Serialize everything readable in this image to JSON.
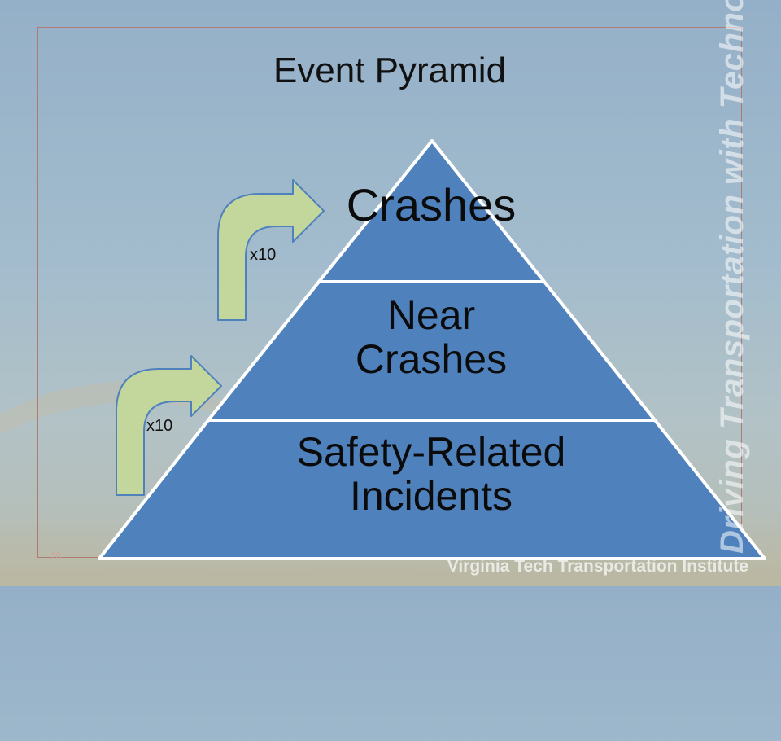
{
  "slide": {
    "title": "Event Pyramid",
    "number": "28"
  },
  "pyramid": {
    "tiers": [
      {
        "lines": [
          "Crashes"
        ]
      },
      {
        "lines": [
          "Near",
          "Crashes"
        ]
      },
      {
        "lines": [
          "Safety-Related",
          "Incidents"
        ]
      }
    ],
    "fill_color": "#4f81bd",
    "border_color": "#ffffff"
  },
  "arrows": {
    "labels": [
      "x10",
      "x10"
    ],
    "fill_color": "#c3d69b",
    "border_color": "#4f81bd"
  },
  "branding": {
    "tagline": "Driving Transportation with Technology",
    "institute": "Virginia Tech Transportation Institute"
  }
}
